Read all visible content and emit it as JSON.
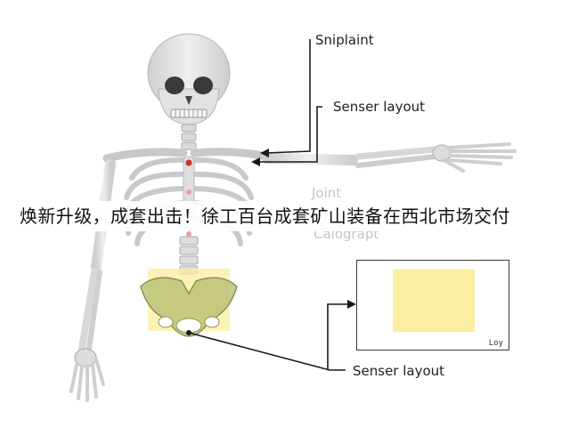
{
  "labels": {
    "top": "Sniplaint",
    "upper": "Senser layout",
    "joint": "Joint",
    "calograpt": "Calograpt",
    "lower": "Senser layout"
  },
  "inset": {
    "corner_label": "Loy"
  },
  "banner": {
    "text": "焕新升级，成套出击！徐工百台成套矿山装备在西北市场交付"
  },
  "colors": {
    "bone": "#e6e6e6",
    "bone_shade": "#c9c9c9",
    "highlight_yellow": "#fbeea0",
    "pelvis_green": "#b7bf72",
    "sensor_red": "#d42a2a",
    "line": "#1a1a1a"
  }
}
